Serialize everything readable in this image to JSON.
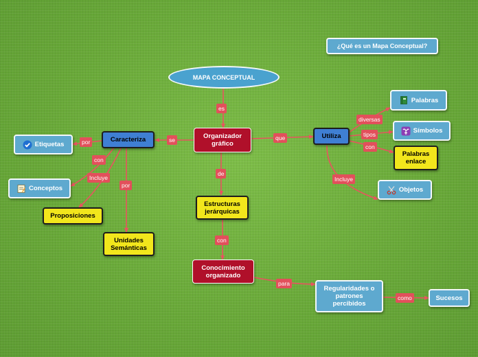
{
  "title_button": "¿Qué es un Mapa Conceptual?",
  "nodes": {
    "mapa": "MAPA CONCEPTUAL",
    "organizador": "Organizador gráfico",
    "caracteriza": "Caracteriza",
    "utiliza": "Utiliza",
    "estructuras": "Estructuras jerárquicas",
    "conocimiento": "Conocimiento organizado",
    "etiquetas": "Etiquetas",
    "conceptos": "Conceptos",
    "proposiciones": "Proposiciones",
    "unidades": "Unidades Semánticas",
    "palabras": "Palabras",
    "simbolos": "Símbolos",
    "palabras_enlace": "Palabras enlace",
    "objetos": "Objetos",
    "regularidades": "Regularidades o patrones percibidos",
    "sucesos": "Sucesos"
  },
  "links": {
    "es": "es",
    "se": "se",
    "que": "que",
    "de": "de",
    "con_estructuras": "con",
    "para": "para",
    "como": "como",
    "por_etiquetas": "por",
    "con_conceptos": "con",
    "incluye_proposiciones": "Incluye",
    "por_unidades": "por",
    "diversas": "diversas",
    "tipos": "tipos",
    "con_enlace": "con",
    "incluye_objetos": "Incluye"
  },
  "icons": {
    "etiquetas": "check-circle-icon",
    "conceptos": "notepad-icon",
    "palabras": "green-book-icon",
    "simbolos": "ophiuchus-symbol-icon",
    "objetos": "scissors-icon"
  },
  "colors": {
    "background": "#6cad3c",
    "central": "#b0102a",
    "blue_node": "#3f7fd3",
    "yellow_node": "#f2e61c",
    "light_blue_node": "#5ea9cf",
    "link_label": "#e2505b",
    "connector": "#e8545f"
  }
}
